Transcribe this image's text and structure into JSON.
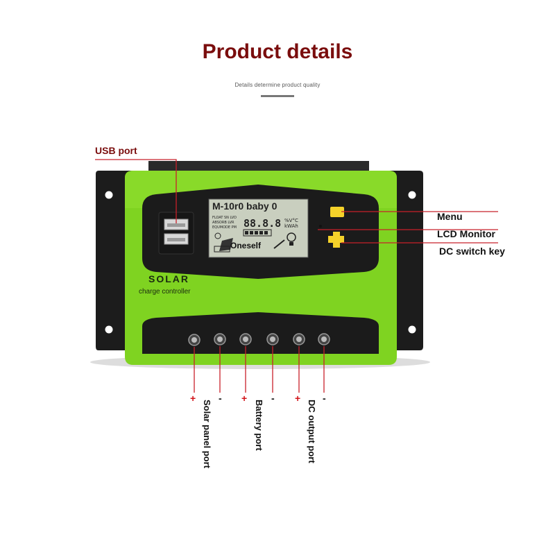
{
  "header": {
    "title": "Product details",
    "subtitle": "Details determine product quality"
  },
  "device": {
    "brand": "SOLAR",
    "model": "charge controller",
    "lcd": {
      "top_text": "M-10r0 baby 0",
      "status_labels": [
        "FLOAT SN  LVD",
        "ABSORB  LVR",
        "EQUMODE PM"
      ],
      "digits": "88.8.8",
      "units": [
        "%V°C",
        "kWAh"
      ],
      "bottom_text": "Oneself"
    }
  },
  "callouts": {
    "usb_port": "USB port",
    "menu": "Menu",
    "lcd_monitor": "LCD Monitor",
    "dc_switch_key": "DC switch key"
  },
  "terminals": {
    "signs": [
      "+",
      "-",
      "+",
      "-",
      "+",
      "-"
    ],
    "solar_panel_port": "Solar panel port",
    "battery_port": "Battery port",
    "dc_output_port": "DC output port"
  },
  "colors": {
    "title": "#7a0d0d",
    "body_green": "#7fd321",
    "lcd_bg": "#c9cfbf",
    "button_yellow": "#f5d22a",
    "plus_red": "#d2141a",
    "pointer_red": "#c8202a"
  }
}
